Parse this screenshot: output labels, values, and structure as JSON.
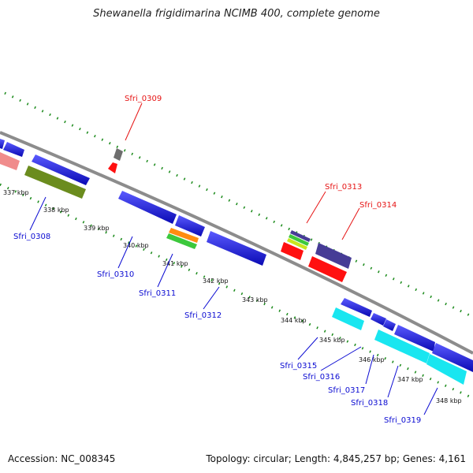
{
  "title": "Shewanella frigidimarina NCIMB 400, complete genome",
  "accession": "Accession: NC_008345",
  "summary": "Topology: circular; Length: 4,845,257 bp; Genes: 4,161",
  "kbp_labels": [
    "337 kbp",
    "338 kbp",
    "339 kbp",
    "340 kbp",
    "341 kbp",
    "342 kbp",
    "343 kbp",
    "344 kbp",
    "345 kbp",
    "346 kbp",
    "347 kbp",
    "348 kbp"
  ],
  "gene_labels": {
    "sfri_0308": "Sfri_0308",
    "sfri_0309": "Sfri_0309",
    "sfri_0310": "Sfri_0310",
    "sfri_0311": "Sfri_0311",
    "sfri_0312": "Sfri_0312",
    "sfri_0313": "Sfri_0313",
    "sfri_0314": "Sfri_0314",
    "sfri_0315": "Sfri_0315",
    "sfri_0316": "Sfri_0316",
    "sfri_0317": "Sfri_0317",
    "sfri_0318": "Sfri_0318",
    "sfri_0319": "Sfri_0319"
  },
  "colors": {
    "backbone": "#8c8c8c",
    "tick": "#1a8a1a",
    "cds_blue": "#1414e6",
    "red": "#ff1010",
    "cyan": "#19e6f0",
    "olive": "#6b8c1e",
    "pink": "#f08c8c",
    "navy": "#463c96",
    "orange": "#ff8c10",
    "green": "#3cc83c",
    "gray": "#6e6e6e",
    "label_blue": "#0a0ad2",
    "label_red": "#e61414"
  }
}
